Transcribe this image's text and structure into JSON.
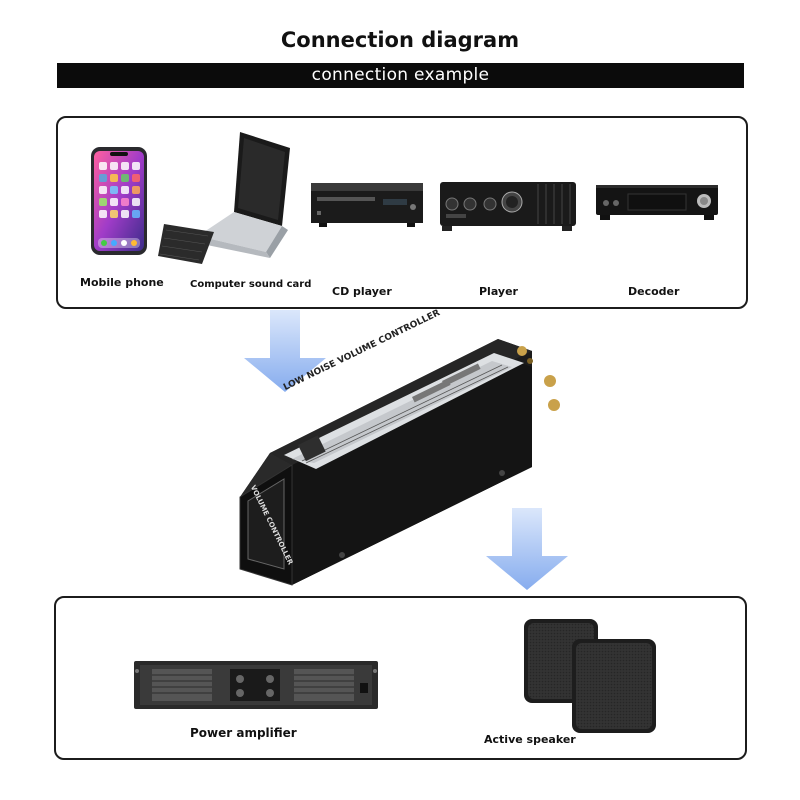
{
  "header": {
    "title": "Connection diagram",
    "subtitle": "connection example"
  },
  "sources": [
    {
      "label": "Mobile phone",
      "icon": "mobile-phone-icon"
    },
    {
      "label": "Computer sound card",
      "icon": "laptop-icon"
    },
    {
      "label": "CD player",
      "icon": "cd-player-icon"
    },
    {
      "label": "Player",
      "icon": "player-icon"
    },
    {
      "label": "Decoder",
      "icon": "decoder-icon"
    }
  ],
  "controller": {
    "front_text": "LOW NOISE VOLUME CONTROLLER",
    "side_text": "VOLUME CONTROLLER",
    "icon": "volume-controller-icon"
  },
  "outputs": [
    {
      "label": "Power amplifier",
      "icon": "power-amplifier-icon"
    },
    {
      "label": "Active speaker",
      "icon": "speaker-icon"
    }
  ],
  "colors": {
    "arrow": "#8fb3ef",
    "frame": "#1c1c1c",
    "banner": "#0b0b0b"
  }
}
